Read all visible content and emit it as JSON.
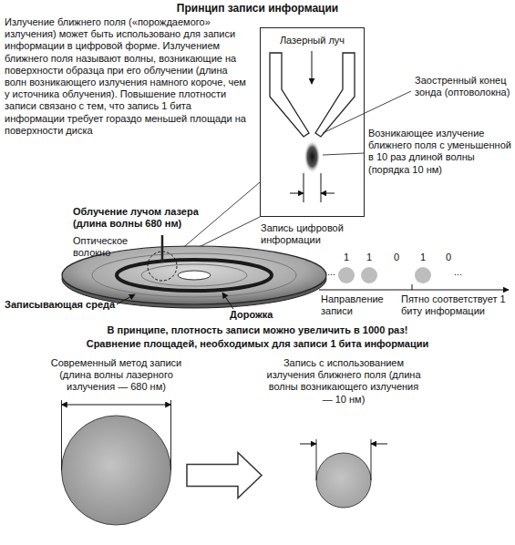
{
  "diagram": {
    "title": "Принцип записи информации",
    "nodes": [
      {
        "text": [
          "Лазерный луч"
        ]
      },
      {
        "text": [
          "Современный метод записи (длина волны лазерного излучения — 680 нм)"
        ]
      },
      {
        "text": [
          "Запись с использованием излучения ближнего поля (длина волны возникающего излучения — 10 нм)"
        ]
      }
    ],
    "edges": [
      {
        "from": 1,
        "to": 2,
        "arrow": "to"
      }
    ],
    "labels": [
      "Излучение ближнего поля («порождаемого» излучения) может быть использовано для записи информации в цифровой форме. Излучением ближнего поля называют волны, возникающие на поверхности образца при его облучении (длина волн возникающего излучения намного короче, чем у источника облучения). Повышение плотности записи связано с тем, что запись 1 бита информации требует гораздо меньшей площади на поверхности диска",
      "Заостренный конец зонда (оптоволокна)",
      "Возникающее излучение ближнего поля с уменьшенной в 10 раз длиной волны (порядка 10 нм)",
      "Облучение лучом лазера (длина волны 680 нм)",
      "Оптическое волокно",
      "Запись цифровой информации",
      "1",
      "1",
      "0",
      "1",
      "0",
      "...",
      "...",
      "Записывающая среда",
      "Дорожка",
      "Направление записи",
      "Пятно соответствует 1 биту информации",
      "В принципе, плотность записи можно увеличить в 1000 раз!",
      "Сравнение площадей, необходимых для записи 1 бита информации"
    ]
  }
}
